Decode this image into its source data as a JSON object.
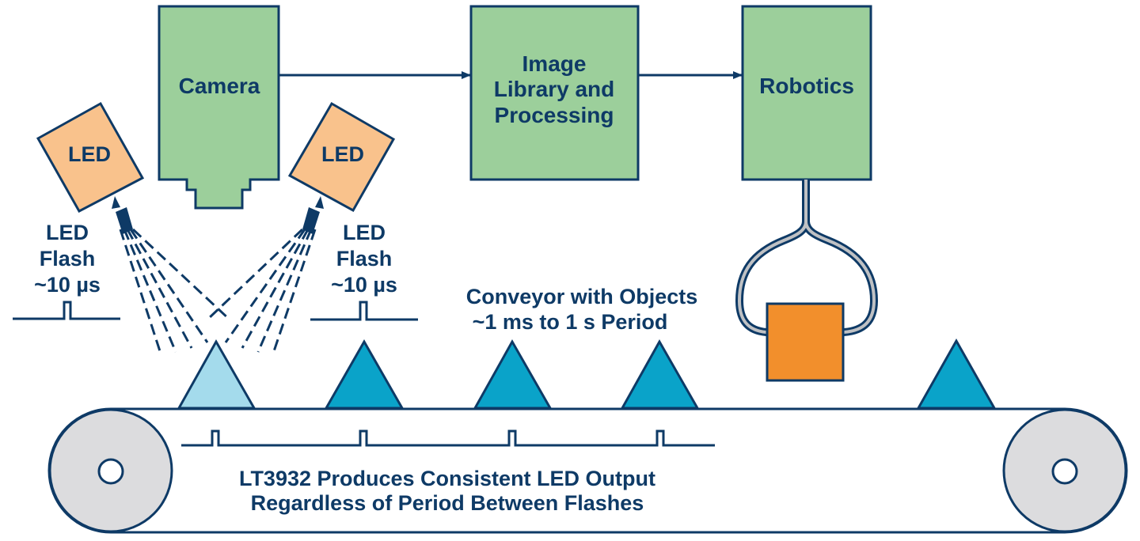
{
  "colors": {
    "outline": "#0e3a66",
    "block_fill": "#9ccf9b",
    "led_fill": "#f9c28c",
    "object_fill": "#0aa3c9",
    "object_highlight_fill": "#a4dbec",
    "gripped_object_fill": "#f28f2c",
    "wheel_fill": "#dcdcde",
    "gripper_fill": "#bfc1c4"
  },
  "blocks": {
    "camera": {
      "label": "Camera"
    },
    "image": {
      "lines": [
        "Image",
        "Library and",
        "Processing"
      ]
    },
    "robotics": {
      "label": "Robotics"
    }
  },
  "leds": {
    "left": {
      "label": "LED"
    },
    "right": {
      "label": "LED"
    }
  },
  "flash_labels": {
    "left": {
      "lines": [
        "LED",
        "Flash",
        "~10 µs"
      ]
    },
    "right": {
      "lines": [
        "LED",
        "Flash",
        "~10 µs"
      ]
    }
  },
  "conveyor": {
    "lines": [
      "Conveyor with Objects",
      "~1 ms to 1 s Period"
    ],
    "object_count": 5,
    "pulse_count": 4
  },
  "caption": {
    "lines": [
      "LT3932 Produces Consistent LED Output",
      "Regardless of Period Between Flashes"
    ]
  }
}
